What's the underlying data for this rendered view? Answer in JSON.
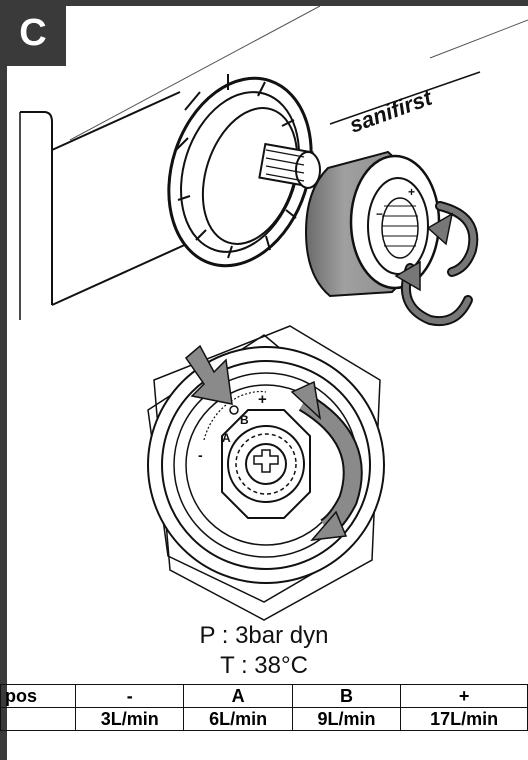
{
  "section": {
    "letter": "C"
  },
  "brand": {
    "logo_text": "sanifirst"
  },
  "dial": {
    "marks": [
      "-",
      "A",
      "B",
      "+"
    ]
  },
  "conditions": {
    "pressure": "P : 3bar dyn",
    "temperature": "T : 38°C"
  },
  "table": {
    "row_header": "pos",
    "positions": [
      "-",
      "A",
      "B",
      "+"
    ],
    "flows": [
      "3L/min",
      "6L/min",
      "9L/min",
      "17L/min"
    ]
  }
}
